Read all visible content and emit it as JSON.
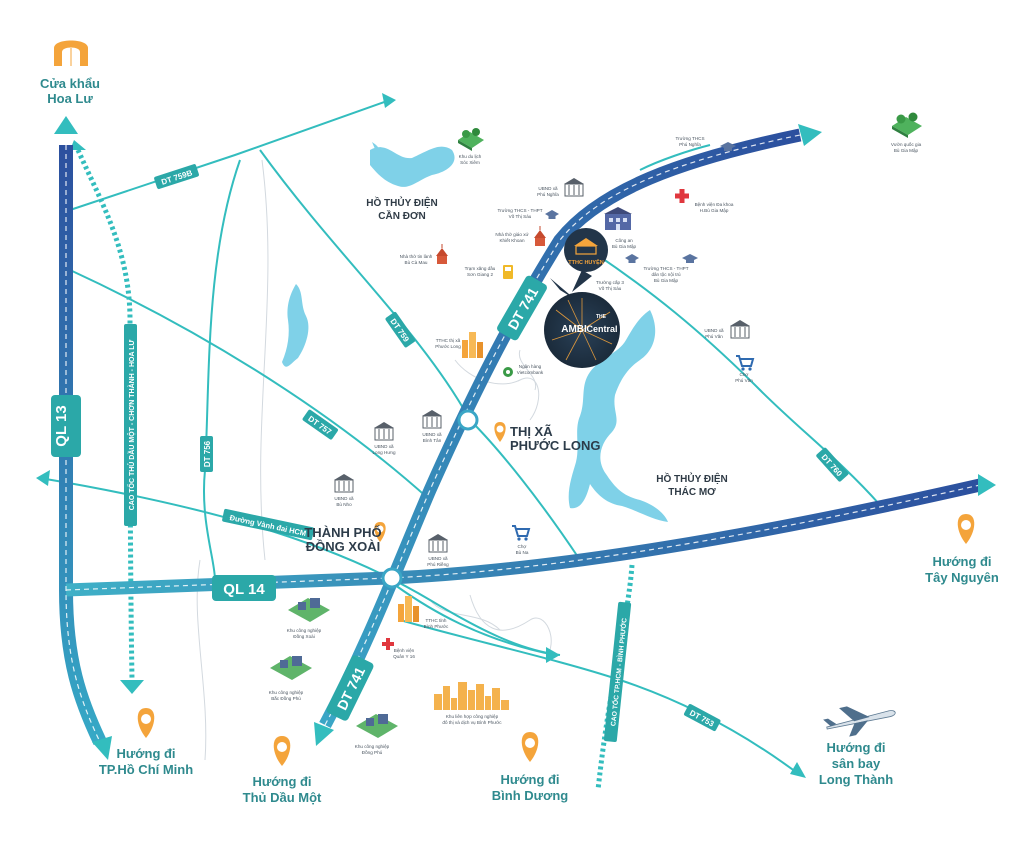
{
  "roads": {
    "ql13": "QL 13",
    "ql14": "QL 14",
    "dt741_north": "DT 741",
    "dt741_south": "DT 741",
    "dt759b": "DT 759B",
    "dt759": "DT 759",
    "dt757": "DT 757",
    "dt756": "DT 756",
    "dt760": "DT 760",
    "dt753": "DT 753",
    "ring_hcm": "Đường Vành đai HCM",
    "expressway_west": "CAO TỐC THỦ DẦU MỘT - CHƠN THÀNH - HOA LƯ",
    "expressway_east": "CAO TỐC TP.HCM - BÌNH PHƯỚC"
  },
  "places": {
    "border": [
      "Cửa khẩu",
      "Hoa Lư"
    ],
    "hcmc": [
      "Hướng đi",
      "TP.Hồ Chí Minh"
    ],
    "thu_dau_mot": [
      "Hướng đi",
      "Thủ Dầu Một"
    ],
    "binh_duong": [
      "Hướng đi",
      "Bình Dương"
    ],
    "airport": [
      "Hướng đi",
      "sân bay",
      "Long Thành"
    ],
    "tay_nguyen": [
      "Hướng đi",
      "Tây Nguyên"
    ],
    "dong_xoai": [
      "THÀNH PHỐ",
      "ĐỒNG XOÀI"
    ],
    "phuoc_long": [
      "THỊ XÃ",
      "PHƯỚC LONG"
    ],
    "lake_can_don": [
      "HỒ THỦY ĐIỆN",
      "CẦN ĐƠN"
    ],
    "lake_thac_mo": [
      "HỒ THỦY ĐIỆN",
      "THÁC MƠ"
    ]
  },
  "pois": {
    "soc_tuc": [
      "Khu du lịch",
      "Sóc Xiêm"
    ],
    "bu_gia_map": [
      "Vườn quốc gia",
      "Bù Gia Mập"
    ],
    "phu_nghia_school": [
      "Trường THCS",
      "Phú Nghĩa"
    ],
    "ubnd_phu_nghia": [
      "UBND xã",
      "Phú Nghĩa"
    ],
    "general_hospital": [
      "Bệnh viện Đa khoa",
      "H.Bù Gia Mập"
    ],
    "thcs_thpt_vts": [
      "Trường THCS - THPT",
      "Võ Thị Sáu"
    ],
    "police": [
      "Công an",
      "Bù Gia Mập"
    ],
    "khiet_khoan": [
      "Nhà thờ giáo xứ",
      "Khiết Khoan"
    ],
    "bu_ca_mau": [
      "Nhà thờ tin lành",
      "Bù Cà Mau"
    ],
    "gas_station": [
      "Trạm xăng dầu",
      "Sơn Giang 2"
    ],
    "trade_center": "TTHC HUYỆN",
    "school_vts3": [
      "Trường cấp 3",
      "Võ Thị Sáu"
    ],
    "dtnt_school": [
      "Trường THCS - THPT",
      "dân tộc nội trú",
      "Bù Gia Mập"
    ],
    "ubnd_phu_van": [
      "UBND xã",
      "Phú Văn"
    ],
    "cho_phu_van": [
      "Chợ",
      "Phú Văn"
    ],
    "tthc_phuoc_long": [
      "TTHC thị xã",
      "Phước Long"
    ],
    "vietcombank": [
      "Ngân hàng",
      "Vietcombank"
    ],
    "ubnd_long_hung": [
      "UBND xã",
      "Long Hưng"
    ],
    "ubnd_binh_tan": [
      "UBND xã",
      "Bình Tân"
    ],
    "ubnd_bu_nho": [
      "UBND xã",
      "Bù Nho"
    ],
    "ubnd_phu_rieng": [
      "UBND xã",
      "Phú Riềng"
    ],
    "cho_bu_na": [
      "Chợ",
      "Bù Na"
    ],
    "kcn_dong_xoai": [
      "Khu công nghiệp",
      "Đồng Xoài"
    ],
    "tthc_binh_phuoc": [
      "TTHC tỉnh",
      "Bình Phước"
    ],
    "benh_vien_quan_y": [
      "Bệnh viện",
      "Quân Y 16"
    ],
    "kcn_bac_dong_phu": [
      "Khu công nghiệp",
      "Bắc Đồng Phú"
    ],
    "kcn_dong_phu": [
      "Khu công nghiệp",
      "Đồng Phú"
    ],
    "becamex": [
      "Khu liên hợp công nghiệp",
      "đô thị và dịch vụ Bình Phước"
    ]
  },
  "project": {
    "logo_line1": "AMBI",
    "logo_line2": "Central",
    "logo_prefix": "THE"
  },
  "colors": {
    "teal_road": "#33bdbe",
    "highway_dark": "#2c4f9e",
    "highway_light": "#3aa6c6",
    "lake": "#7fd1e8",
    "pin": "#f4a43b",
    "label_teal": "#2f8a8e",
    "dark_circle": "#223549"
  }
}
